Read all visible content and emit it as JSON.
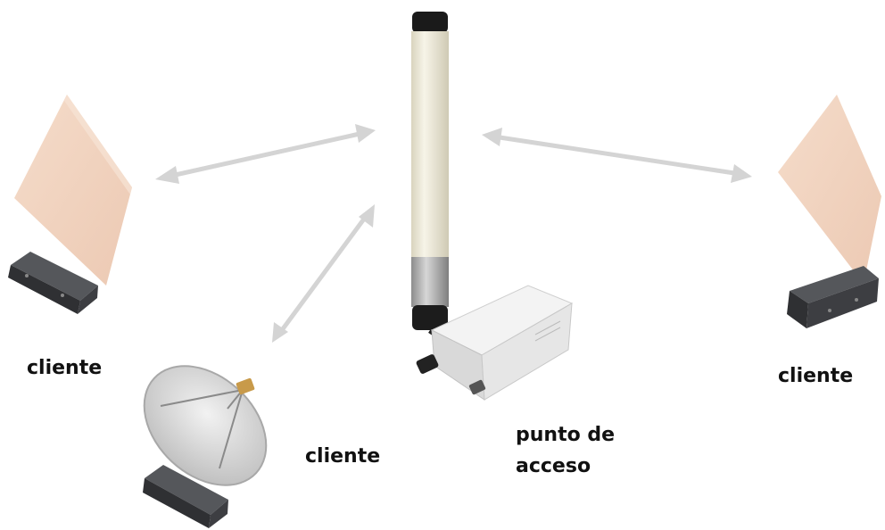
{
  "labels": {
    "client_left": "cliente",
    "client_dish": "cliente",
    "client_right": "cliente",
    "access_point_line1": "punto de",
    "access_point_line2": "acceso"
  },
  "colors": {
    "panel_face": "#f1d3c0",
    "arrow": "#d4d4d4",
    "antenna_body": "#ece8d6",
    "router_box": "#ebebeb",
    "client_box": "#3a3b3e",
    "dish": "#d9d9d9"
  },
  "icons": {
    "panel_antenna": "flat-panel-antenna-icon",
    "omni_antenna": "omnidirectional-antenna-icon",
    "dish": "satellite-dish-icon",
    "router": "access-point-box-icon",
    "client_box": "client-radio-box-icon"
  }
}
